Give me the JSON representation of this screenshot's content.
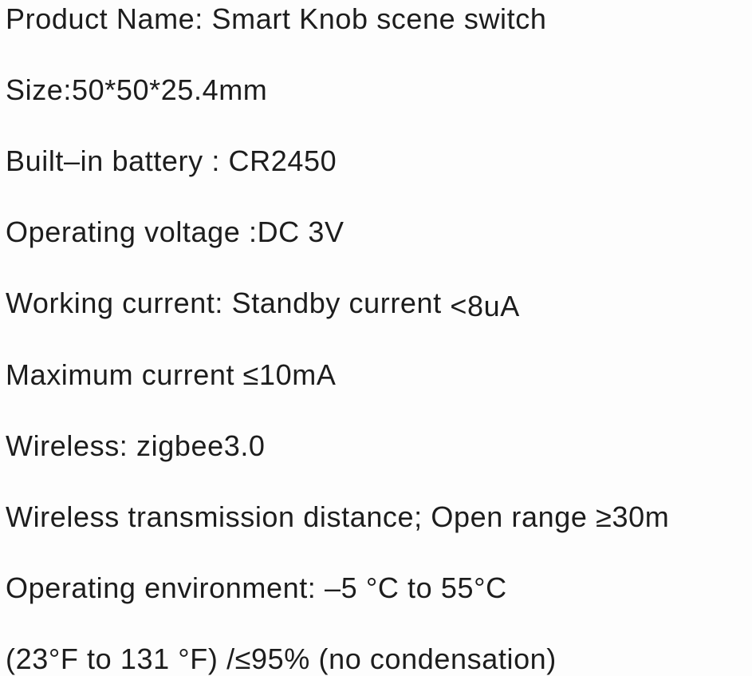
{
  "page": {
    "background_color": "#fdfdfd",
    "text_color": "#1d1d1d"
  },
  "product_specs": {
    "lines": [
      {
        "text": "Product Name: Smart Knob scene switch"
      },
      {
        "text": "Size:50*50*25.4mm"
      },
      {
        "text": "Built–in battery : CR2450"
      },
      {
        "text": "Operating voltage :DC 3V"
      },
      {
        "prefix": "Working current: Standby current ",
        "value": "<8uA"
      },
      {
        "text": "Maximum current ≤10mA"
      },
      {
        "text": "Wireless: zigbee3.0"
      },
      {
        "text": "Wireless transmission distance; Open range ≥30m"
      },
      {
        "text": "Operating environment: –5 °C to 55°C"
      },
      {
        "text": "(23°F to 131 °F) /≤95% (no condensation)"
      }
    ]
  }
}
